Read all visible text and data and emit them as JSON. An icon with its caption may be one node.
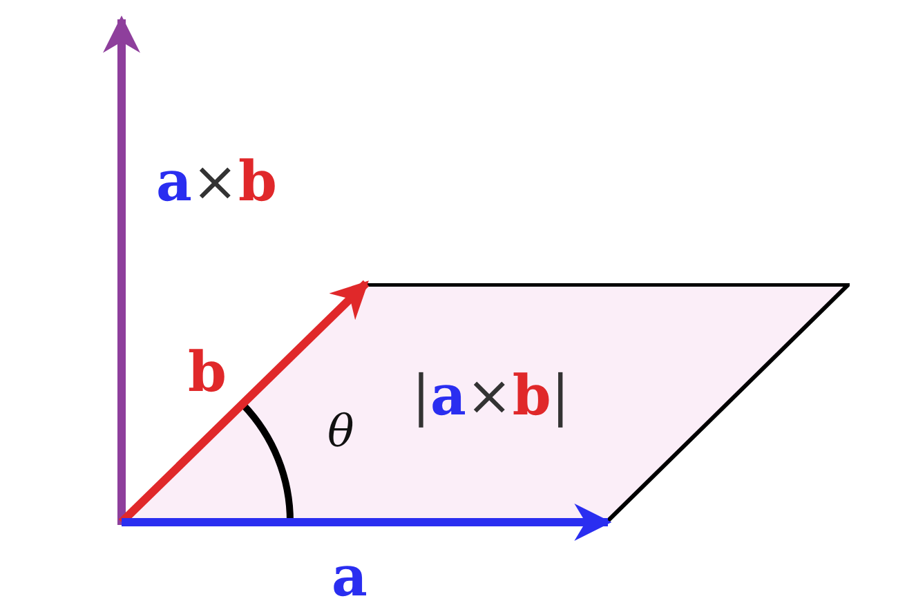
{
  "diagram": {
    "nodes": [
      {
        "text": [
          "|a×b|"
        ]
      }
    ],
    "labels": [
      "a×b",
      "b",
      "θ",
      "a"
    ]
  }
}
